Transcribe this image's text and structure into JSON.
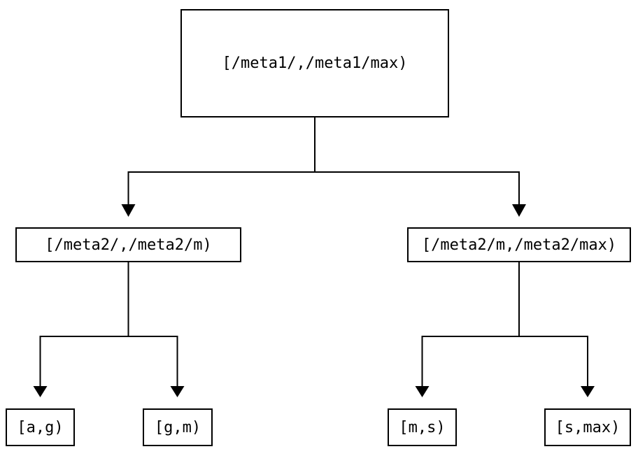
{
  "colors": {
    "background": "#ffffff",
    "line": "#000000",
    "text": "#000000"
  },
  "tree": {
    "root": {
      "label": "[/meta1/,/meta1/max)",
      "children": [
        {
          "label": "[/meta2/,/meta2/m)",
          "children": [
            {
              "label": "[a,g)"
            },
            {
              "label": "[g,m)"
            }
          ]
        },
        {
          "label": "[/meta2/m,/meta2/max)",
          "children": [
            {
              "label": "[m,s)"
            },
            {
              "label": "[s,max)"
            }
          ]
        }
      ]
    }
  }
}
